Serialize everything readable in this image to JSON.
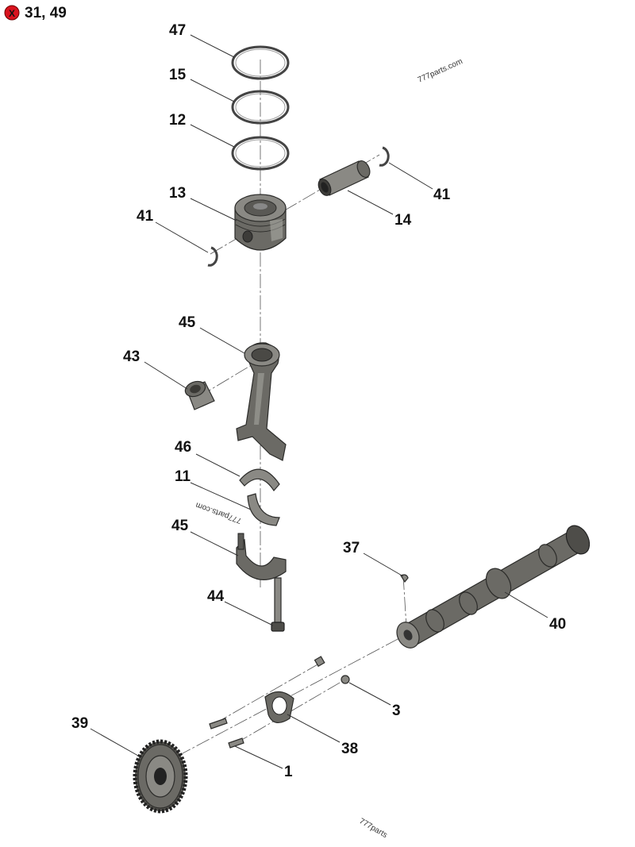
{
  "header": {
    "badge_icon": "remove-x-icon",
    "badge_color": "#d9131e",
    "reference": "31, 49"
  },
  "callouts": {
    "c47": "47",
    "c15": "15",
    "c12": "12",
    "c13": "13",
    "c41a": "41",
    "c41b": "41",
    "c14": "14",
    "c45a": "45",
    "c43": "43",
    "c46": "46",
    "c11": "11",
    "c45b": "45",
    "c44": "44",
    "c37": "37",
    "c40": "40",
    "c3": "3",
    "c39": "39",
    "c38": "38",
    "c1": "1"
  },
  "watermarks": {
    "w1": "777parts.com",
    "w2": "777parts.com",
    "w3": "777parts"
  }
}
